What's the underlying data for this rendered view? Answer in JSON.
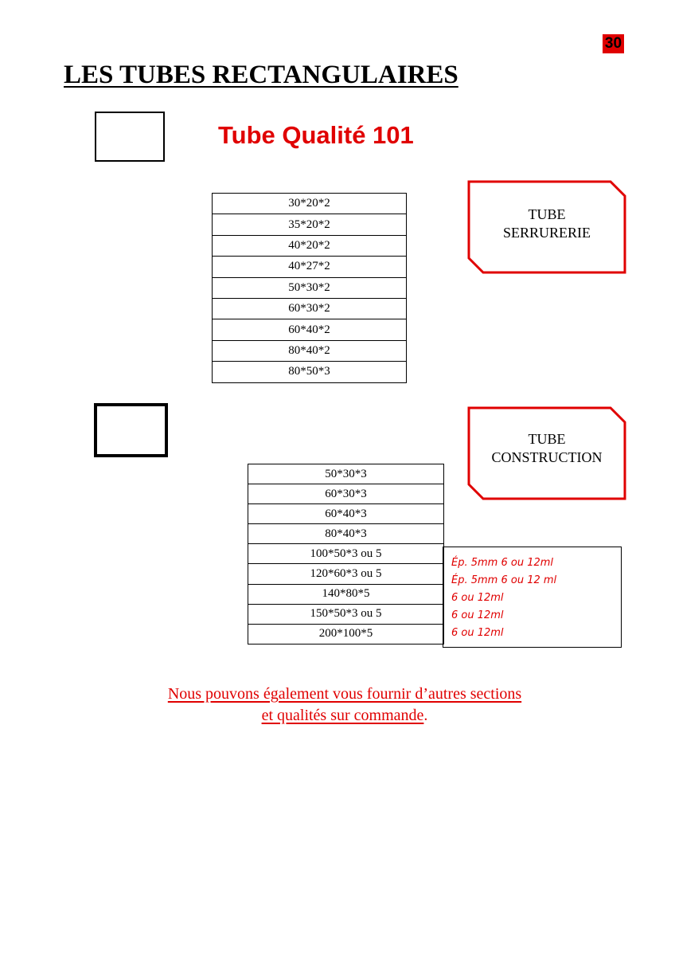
{
  "page_number": "30",
  "title": "LES TUBES RECTANGULAIRES",
  "subtitle": "Tube Qualité 101",
  "section_serrurerie": {
    "label_line1": "TUBE",
    "label_line2": "SERRURERIE",
    "sizes": [
      "30*20*2",
      "35*20*2",
      "40*20*2",
      "40*27*2",
      "50*30*2",
      "60*30*2",
      "60*40*2",
      "80*40*2",
      "80*50*3"
    ]
  },
  "section_construction": {
    "label_line1": "TUBE",
    "label_line2": "CONSTRUCTION",
    "sizes": [
      "50*30*3",
      "60*30*3",
      "60*40*3",
      "80*40*3",
      "100*50*3 ou 5",
      "120*60*3 ou 5",
      "140*80*5",
      "150*50*3 ou 5",
      "200*100*5"
    ],
    "notes": [
      "Ép. 5mm 6 ou 12ml",
      "Ép. 5mm 6 ou 12 ml",
      "6 ou 12ml",
      "6 ou 12ml",
      "6 ou 12ml"
    ]
  },
  "footer": {
    "line1": "Nous pouvons également vous fournir d’autres sections",
    "line2": "et qualités sur commande",
    "line2_end": "."
  },
  "colors": {
    "accent": "#e00000",
    "text": "#000000"
  }
}
